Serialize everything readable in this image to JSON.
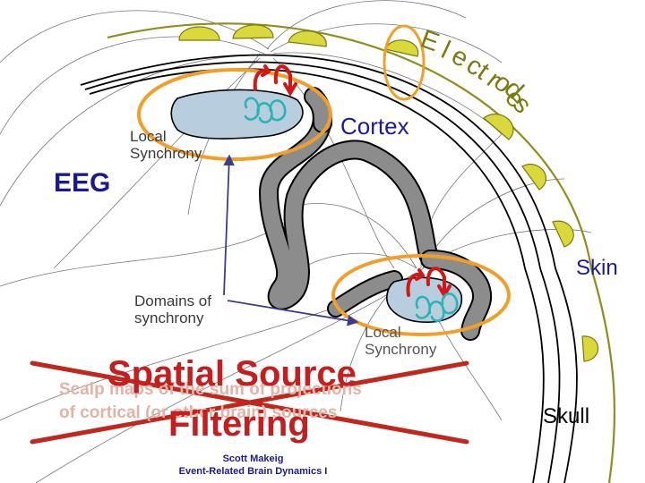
{
  "labels": {
    "eeg": "EEG",
    "cortex": "Cortex",
    "skin": "Skin",
    "skull": "Skull",
    "local_synchrony_1": "Local\nSynchrony",
    "domains_of_synchrony": "Domains of\nsynchrony",
    "local_synchrony_2": "Local\nSynchrony",
    "electrodes_letters": [
      "E",
      "l",
      "e",
      "c",
      "t",
      "r",
      "o",
      "d",
      "e",
      "s"
    ]
  },
  "overlay": {
    "scalp_text": "Scalp maps of the sum of projections\nof cortical (or other brain) sources",
    "title_line1": "Spatial Source",
    "title_line2": "Filtering"
  },
  "credit": {
    "name": "Scott Makeig",
    "talk": "Event-Related Brain Dynamics I"
  },
  "colors": {
    "electrode": "#d9d93b",
    "electrode_outline": "#7a7a12",
    "skin_line": "#8e8e1c",
    "cortex_gray": "#8c8c8c",
    "local_patch": "#b8cede",
    "focus_ellipse": "#f0a02a",
    "cross": "#c0281e",
    "title_red": "#c41e1e",
    "arrow_blue": "#3c3c8c",
    "label_blue": "#1a1aa0"
  },
  "icons": {
    "dipole_up": "red-dipole-arrow-icon",
    "current_loop": "teal-current-loop-icon"
  }
}
